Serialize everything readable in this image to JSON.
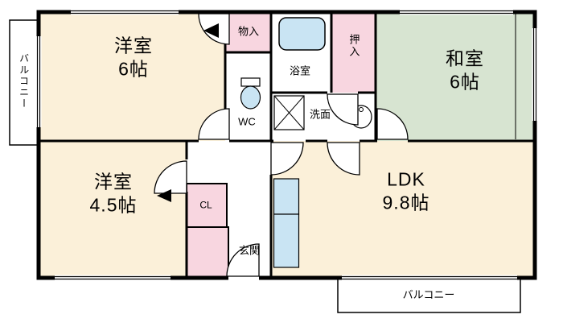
{
  "plan": {
    "rooms": [
      {
        "id": "western-6",
        "name": "洋室",
        "size": "6帖"
      },
      {
        "id": "japanese-6",
        "name": "和室",
        "size": "6帖"
      },
      {
        "id": "western-4-5",
        "name": "洋室",
        "size": "4.5帖"
      },
      {
        "id": "ldk",
        "name": "LDK",
        "size": "9.8帖"
      }
    ],
    "small_rooms": {
      "storage": "物入",
      "bath": "浴室",
      "closet": "押入",
      "toilet": "WC",
      "washroom": "洗面",
      "cl": "CL",
      "entrance": "玄関"
    },
    "balconies": {
      "left": "バルコニー",
      "bottom": "バルコニー"
    },
    "colors": {
      "background": "#ffffff",
      "room_cream": "#fbf0d9",
      "tatami_green": "#d7e4d1",
      "closet_pink": "#f8d6e0",
      "fixture_blue": "#c9e4f3",
      "wall_black": "#000000"
    }
  }
}
